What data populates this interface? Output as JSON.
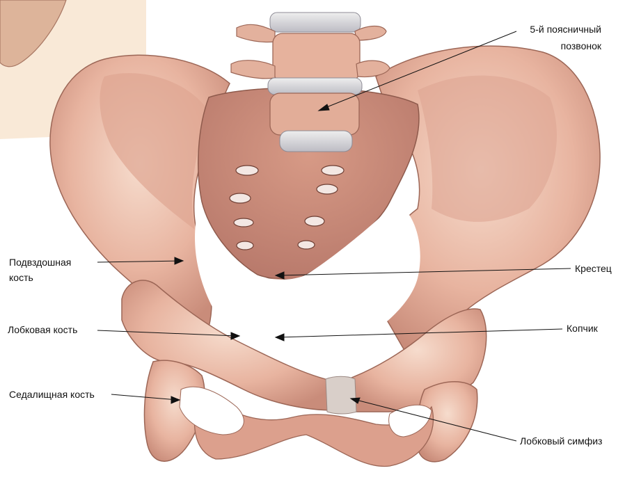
{
  "colors": {
    "background": "#ffffff",
    "bone": "#e9b7a3",
    "bone_light": "#f3d2c2",
    "bone_shadow": "#c98c7a",
    "bone_dark": "#8e5a4c",
    "cartilage": "#d8d6d9",
    "backdrop": "#f8e7d3",
    "leader": "#111111"
  },
  "labels": {
    "lumbar_vertebra_line1": "5-й поясничный",
    "lumbar_vertebra_line2": "позвонок",
    "ilium_line1": "Подвздошная",
    "ilium_line2": "кость",
    "sacrum": "Крестец",
    "pubic_bone": "Лобковая кость",
    "coccyx": "Копчик",
    "ischium": "Седалищная кость",
    "pubic_symphysis": "Лобковый симфиз"
  }
}
